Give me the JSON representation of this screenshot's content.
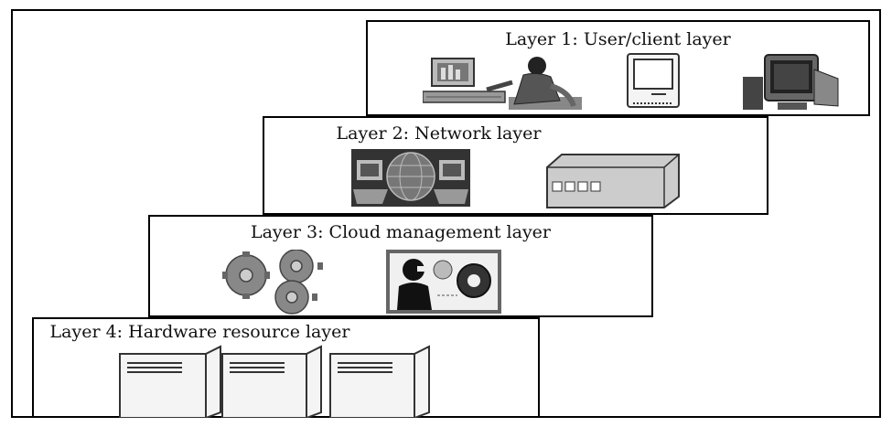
{
  "diagram": {
    "layers": [
      {
        "title": "Layer 1: User/client layer",
        "icons": [
          "person-at-computer-icon",
          "thin-client-terminal-icon",
          "desktop-computer-icon"
        ]
      },
      {
        "title": "Layer 2: Network layer",
        "icons": [
          "network-globe-icon",
          "network-device-icon"
        ]
      },
      {
        "title": "Layer 3: Cloud management layer",
        "icons": [
          "gears-icon",
          "manager-gears-icon"
        ]
      },
      {
        "title": "Layer 4: Hardware resource layer",
        "icons": [
          "server-icon",
          "server-icon",
          "server-icon"
        ]
      }
    ]
  }
}
